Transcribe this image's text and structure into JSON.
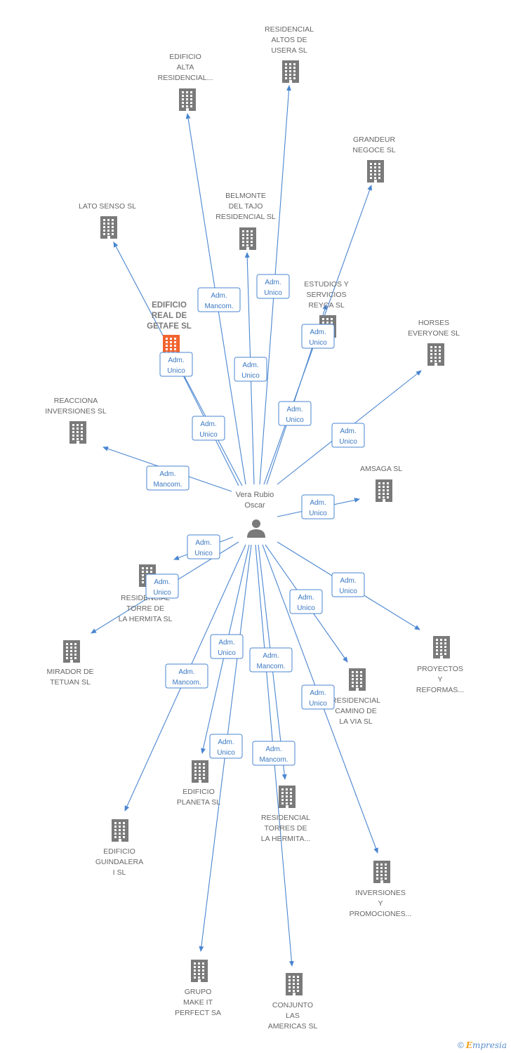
{
  "center_person": {
    "name_lines": [
      "Vera Rubio",
      "Oscar"
    ],
    "icon": "person-icon"
  },
  "colors": {
    "edge": "#4a86d0",
    "company_icon": "#7a7a7a",
    "highlight_icon": "#f26430",
    "label_text": "#666666",
    "relation_text": "#3b78c2"
  },
  "companies": [
    {
      "id": "residencial-altos-de-usera",
      "lines": [
        "RESIDENCIAL",
        "ALTOS DE",
        "USERA SL"
      ]
    },
    {
      "id": "edificio-alta-residencial",
      "lines": [
        "EDIFICIO",
        "ALTA",
        "RESIDENCIAL..."
      ]
    },
    {
      "id": "grandeur-negoce",
      "lines": [
        "GRANDEUR",
        "NEGOCE SL"
      ]
    },
    {
      "id": "lato-senso",
      "lines": [
        "LATO SENSO SL"
      ]
    },
    {
      "id": "belmonte-del-tajo",
      "lines": [
        "BELMONTE",
        "DEL TAJO",
        "RESIDENCIAL SL"
      ]
    },
    {
      "id": "estudios-y-servicios-reyca",
      "lines": [
        "ESTUDIOS Y",
        "SERVICIOS",
        "REYCA SL"
      ]
    },
    {
      "id": "edificio-real-de-getafe",
      "lines": [
        "EDIFICIO",
        "REAL DE",
        "GETAFE SL"
      ],
      "highlight": true
    },
    {
      "id": "horses-everyone",
      "lines": [
        "HORSES",
        "EVERYONE SL"
      ]
    },
    {
      "id": "reacciona-inversiones",
      "lines": [
        "REACCIONA",
        "INVERSIONES SL"
      ]
    },
    {
      "id": "amsaga",
      "lines": [
        "AMSAGA SL"
      ]
    },
    {
      "id": "residencial-torre-de-la-hermita",
      "lines": [
        "RESIDENCIAL",
        "TORRE DE",
        "LA HERMITA SL"
      ]
    },
    {
      "id": "mirador-de-tetuan",
      "lines": [
        "MIRADOR DE",
        "TETUAN SL"
      ]
    },
    {
      "id": "proyectos-y-reformas",
      "lines": [
        "PROYECTOS",
        "Y",
        "REFORMAS..."
      ]
    },
    {
      "id": "residencial-camino-de-la-via",
      "lines": [
        "RESIDENCIAL",
        "CAMINO DE",
        "LA VIA SL"
      ]
    },
    {
      "id": "edificio-planeta",
      "lines": [
        "EDIFICIO",
        "PLANETA SL"
      ]
    },
    {
      "id": "residencial-torres-de-la-hermita",
      "lines": [
        "RESIDENCIAL",
        "TORRES DE",
        "LA HERMITA..."
      ]
    },
    {
      "id": "edificio-guindalera",
      "lines": [
        "EDIFICIO",
        "GUINDALERA",
        "I SL"
      ]
    },
    {
      "id": "inversiones-y-promociones",
      "lines": [
        "INVERSIONES",
        "Y",
        "PROMOCIONES..."
      ]
    },
    {
      "id": "grupo-make-it-perfect",
      "lines": [
        "GRUPO",
        "MAKE IT",
        "PERFECT SA"
      ]
    },
    {
      "id": "conjunto-las-americas",
      "lines": [
        "CONJUNTO",
        "LAS",
        "AMERICAS SL"
      ]
    }
  ],
  "relations": [
    {
      "target": "residencial-altos-de-usera",
      "lines": [
        "Adm.",
        "Unico"
      ]
    },
    {
      "target": "edificio-alta-residencial",
      "lines": [
        "Adm.",
        "Mancom."
      ]
    },
    {
      "target": "grandeur-negoce",
      "lines": [
        "Adm.",
        "Unico"
      ]
    },
    {
      "target": "lato-senso",
      "lines": [
        "Adm.",
        "Unico"
      ]
    },
    {
      "target": "belmonte-del-tajo",
      "lines": [
        "Adm.",
        "Unico"
      ]
    },
    {
      "target": "estudios-y-servicios-reyca",
      "lines": [
        "Adm.",
        "Unico"
      ]
    },
    {
      "target": "edificio-real-de-getafe",
      "lines": [
        "Adm.",
        "Unico"
      ]
    },
    {
      "target": "horses-everyone",
      "lines": [
        "Adm.",
        "Unico"
      ]
    },
    {
      "target": "reacciona-inversiones",
      "lines": [
        "Adm.",
        "Mancom."
      ]
    },
    {
      "target": "amsaga",
      "lines": [
        "Adm.",
        "Unico"
      ]
    },
    {
      "target": "residencial-torre-de-la-hermita",
      "lines": [
        "Adm.",
        "Unico"
      ]
    },
    {
      "target": "mirador-de-tetuan",
      "lines": [
        "Adm.",
        "Unico"
      ]
    },
    {
      "target": "proyectos-y-reformas",
      "lines": [
        "Adm.",
        "Unico"
      ]
    },
    {
      "target": "residencial-camino-de-la-via",
      "lines": [
        "Adm.",
        "Unico"
      ]
    },
    {
      "target": "edificio-planeta",
      "lines": [
        "Adm.",
        "Unico"
      ]
    },
    {
      "target": "residencial-torres-de-la-hermita",
      "lines": [
        "Adm.",
        "Mancom."
      ]
    },
    {
      "target": "edificio-guindalera",
      "lines": [
        "Adm.",
        "Mancom."
      ]
    },
    {
      "target": "inversiones-y-promociones",
      "lines": [
        "Adm.",
        "Unico"
      ]
    },
    {
      "target": "grupo-make-it-perfect",
      "lines": [
        "Adm.",
        "Unico"
      ]
    },
    {
      "target": "conjunto-las-americas",
      "lines": [
        "Adm.",
        "Mancom."
      ]
    }
  ],
  "brand": {
    "copyright_symbol": "©",
    "initial": "E",
    "rest": "mpresia"
  }
}
